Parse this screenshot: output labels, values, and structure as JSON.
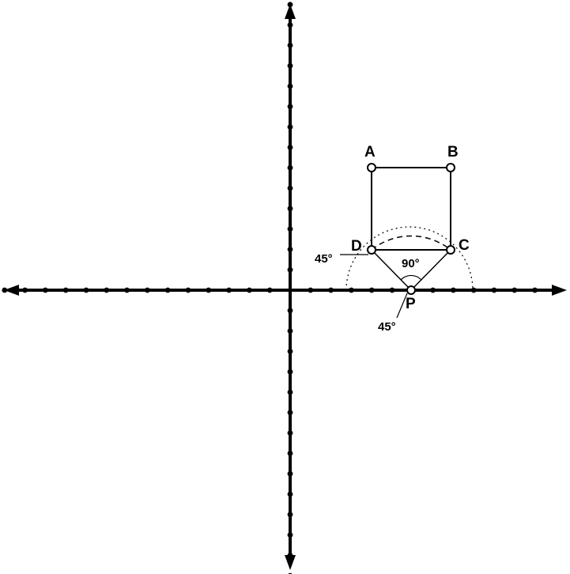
{
  "diagram": {
    "points": {
      "A": {
        "label": "A",
        "x": 4,
        "y": 6
      },
      "B": {
        "label": "B",
        "x": 8,
        "y": 6
      },
      "C": {
        "label": "C",
        "x": 8,
        "y": 2
      },
      "D": {
        "label": "D",
        "x": 4,
        "y": 2
      },
      "P": {
        "label": "P",
        "x": 6,
        "y": 0
      }
    },
    "angles": {
      "right_angle": "90°",
      "angle_at_d": "45°",
      "angle_at_p": "45°"
    },
    "axes": {
      "x_range": [
        -14,
        14
      ],
      "y_range": [
        -14,
        14
      ],
      "tick_step": 1,
      "arrowheads": "both-ends",
      "grid": false
    },
    "colors": {
      "ink": "#000000",
      "background": "#ffffff"
    }
  }
}
